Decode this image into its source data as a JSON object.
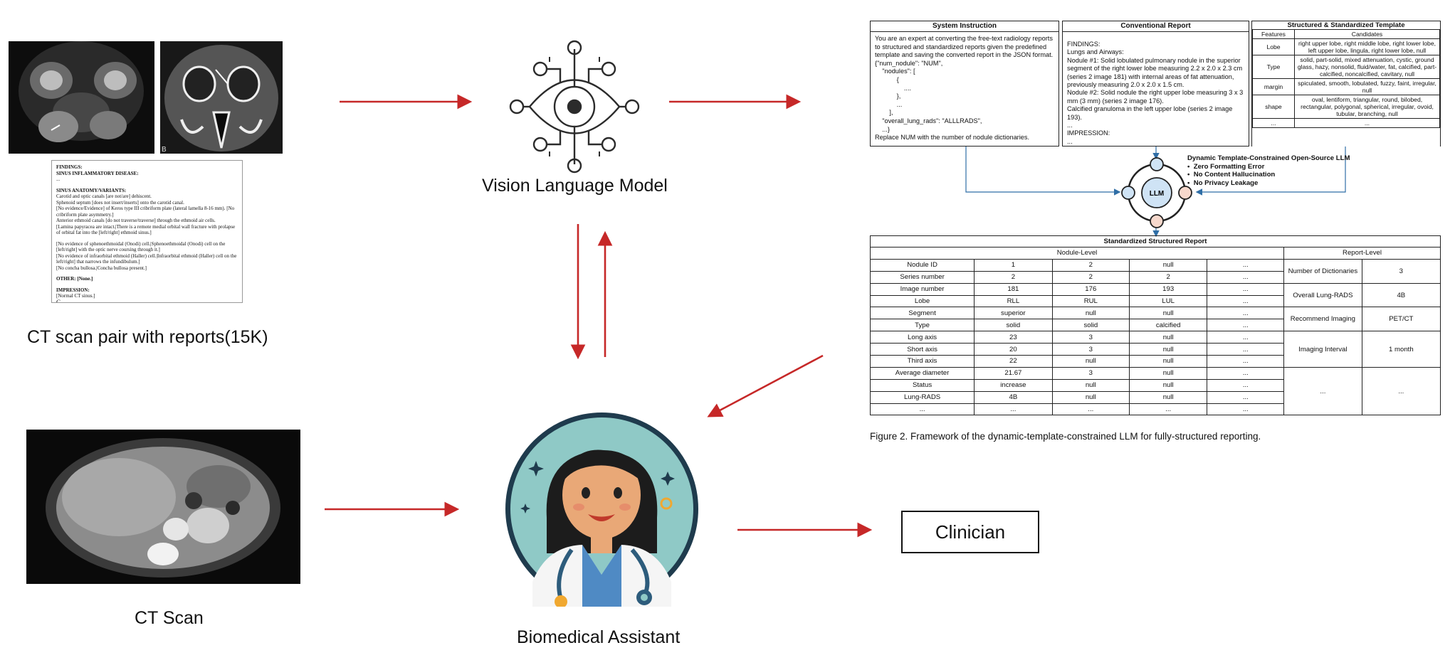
{
  "labels": {
    "ct_pair": "CT scan pair with reports(15K)",
    "vlm": "Vision Language Model",
    "ct_scan": "CT Scan",
    "assistant": "Biomedical Assistant",
    "clinician": "Clinician",
    "figure_caption": "Figure 2. Framework of the dynamic-template-constrained LLM for fully-structured reporting.",
    "img_letter_b": "B",
    "doc_letter_c": "C"
  },
  "report_doc": {
    "lines": [
      "FINDINGS:",
      "SINUS INFLAMMATORY DISEASE:",
      "...",
      "",
      "SINUS ANATOMY/VARIANTS:",
      "Carotid and optic canals [are not/are] dehiscent.",
      "Sphenoid septum [does not insert/inserts] onto the carotid canal.",
      "[No evidence/Evidence] of Keros type III cribriform plate (lateral lamella 8-16 mm). [No cribriform plate asymmetry.]",
      "Anterior ethmoid canals [do not traverse/traverse] through the ethmoid air cells.",
      "[Lamina papyracea are intact.|There is a remote medial orbital wall fracture with prolapse of orbital fat into the [left/right] ethmoid sinus.]",
      "",
      "[No evidence of sphenoethmoidal (Onodi) cell.|Sphenoethmoidal (Onodi) cell on the [left/right] with the optic nerve coursing through it.]",
      "[No evidence of infraorbital ethmoid (Haller) cell.|Infraorbital ethmoid (Haller) cell on the left/right] that narrows the infundibulum.]",
      "[No concha bullosa.|Concha bullosa present.]",
      "",
      "OTHER: [None.]",
      "",
      "IMPRESSION:",
      "[Normal CT sinus.]"
    ]
  },
  "system_instruction": {
    "title": "System Instruction",
    "text": "You are an expert at converting the free-text radiology reports to structured and standardized reports given the predefined template and saving the converted report in the JSON format.\n{\"num_nodule\": \"NUM\",\n    \"nodules\": [\n            {\n                ....\n            },\n            ...\n        ],\n    \"overall_lung_rads\": \"ALLLRADS\",\n    ...}\nReplace NUM with the number of nodule dictionaries.\n..."
  },
  "conventional_report": {
    "title": "Conventional Report",
    "text": "FINDINGS:\nLungs and Airways:\nNodule #1: Solid lobulated pulmonary nodule in the superior segment of the right lower lobe measuring 2.2 x 2.0 x 2.3 cm (series 2 image 181) with internal areas of fat attenuation, previously measuring 2.0 x 2.0 x 1.5 cm.\nNodule #2: Solid nodule the right upper lobe measuring 3 x 3 mm (3 mm) (series 2 image 176).\nCalcified granuloma in the left upper lobe (series 2 image 193).\n...\nIMPRESSION:\n..."
  },
  "template": {
    "title": "Structured & Standardized Template",
    "headers": [
      "Features",
      "Candidates"
    ],
    "rows": [
      [
        "Lobe",
        "right upper lobe, right middle lobe, right lower lobe, left upper lobe, lingula, right lower lobe, null"
      ],
      [
        "Type",
        "solid, part-solid, mixed attenuation, cystic, ground glass, hazy, nonsolid, fluid/water, fat, calcified, part-calcified, noncalcified, cavitary, null"
      ],
      [
        "margin",
        "spiculated, smooth, lobulated, fuzzy, faint, irregular, null"
      ],
      [
        "shape",
        "oval, lentiform, triangular, round, bilobed, rectangular, polygonal, spherical, irregular, ovoid, tubular, branching, null"
      ],
      [
        "...",
        "..."
      ]
    ]
  },
  "llm": {
    "node_label": "LLM",
    "title": "Dynamic Template-Constrained Open-Source LLM",
    "bullets": [
      "Zero Formatting Error",
      "No Content Hallucination",
      "No Privacy Leakage"
    ]
  },
  "structured_report": {
    "title": "Standardized Structured Report",
    "nodule_level_label": "Nodule-Level",
    "report_level_label": "Report-Level",
    "rows": [
      [
        "Nodule ID",
        "1",
        "2",
        "null",
        "..."
      ],
      [
        "Series number",
        "2",
        "2",
        "2",
        "..."
      ],
      [
        "Image number",
        "181",
        "176",
        "193",
        "..."
      ],
      [
        "Lobe",
        "RLL",
        "RUL",
        "LUL",
        "..."
      ],
      [
        "Segment",
        "superior",
        "null",
        "null",
        "..."
      ],
      [
        "Type",
        "solid",
        "solid",
        "calcified",
        "..."
      ],
      [
        "Long axis",
        "23",
        "3",
        "null",
        "..."
      ],
      [
        "Short axis",
        "20",
        "3",
        "null",
        "..."
      ],
      [
        "Third axis",
        "22",
        "null",
        "null",
        "..."
      ],
      [
        "Average diameter",
        "21.67",
        "3",
        "null",
        "..."
      ],
      [
        "Status",
        "increase",
        "null",
        "null",
        "..."
      ],
      [
        "Lung-RADS",
        "4B",
        "null",
        "null",
        "..."
      ],
      [
        "...",
        "...",
        "...",
        "...",
        "..."
      ]
    ],
    "report_rows": [
      [
        "Number of Dictionaries",
        "3"
      ],
      [
        "Overall Lung-RADS",
        "4B"
      ],
      [
        "Recommend Imaging",
        "PET/CT"
      ],
      [
        "Imaging Interval",
        "1 month"
      ],
      [
        "...",
        "..."
      ]
    ]
  },
  "colors": {
    "arrow": "#c62828",
    "connector": "#2f6ea6",
    "llm_fill": "#cfe3f5",
    "llm_pink": "#f6d8cc",
    "avatar_bg": "#8fc9c6"
  }
}
